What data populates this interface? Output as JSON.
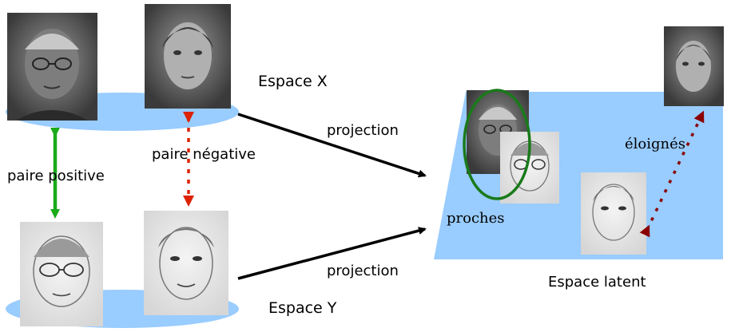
{
  "labels": {
    "space_x": "Espace X",
    "space_y": "Espace Y",
    "space_latent": "Espace latent",
    "projection_top": "projection",
    "projection_bottom": "projection",
    "positive_pair": "paire positive",
    "negative_pair": "paire négative",
    "close": "proches",
    "far": "éloignés"
  },
  "colors": {
    "plane": "#99ccff",
    "positive_arrow": "#1aaa1a",
    "negative_arrow": "#dd2200",
    "far_arrow": "#8b0000",
    "close_ellipse": "#1a7a1a",
    "projection_arrow": "#000000"
  },
  "images": {
    "photo_man": "grayscale photograph of an older man with glasses",
    "photo_woman": "grayscale photograph of a woman",
    "sketch_man_glasses": "pencil sketch of a man with glasses",
    "sketch_man": "pencil sketch of a man"
  }
}
